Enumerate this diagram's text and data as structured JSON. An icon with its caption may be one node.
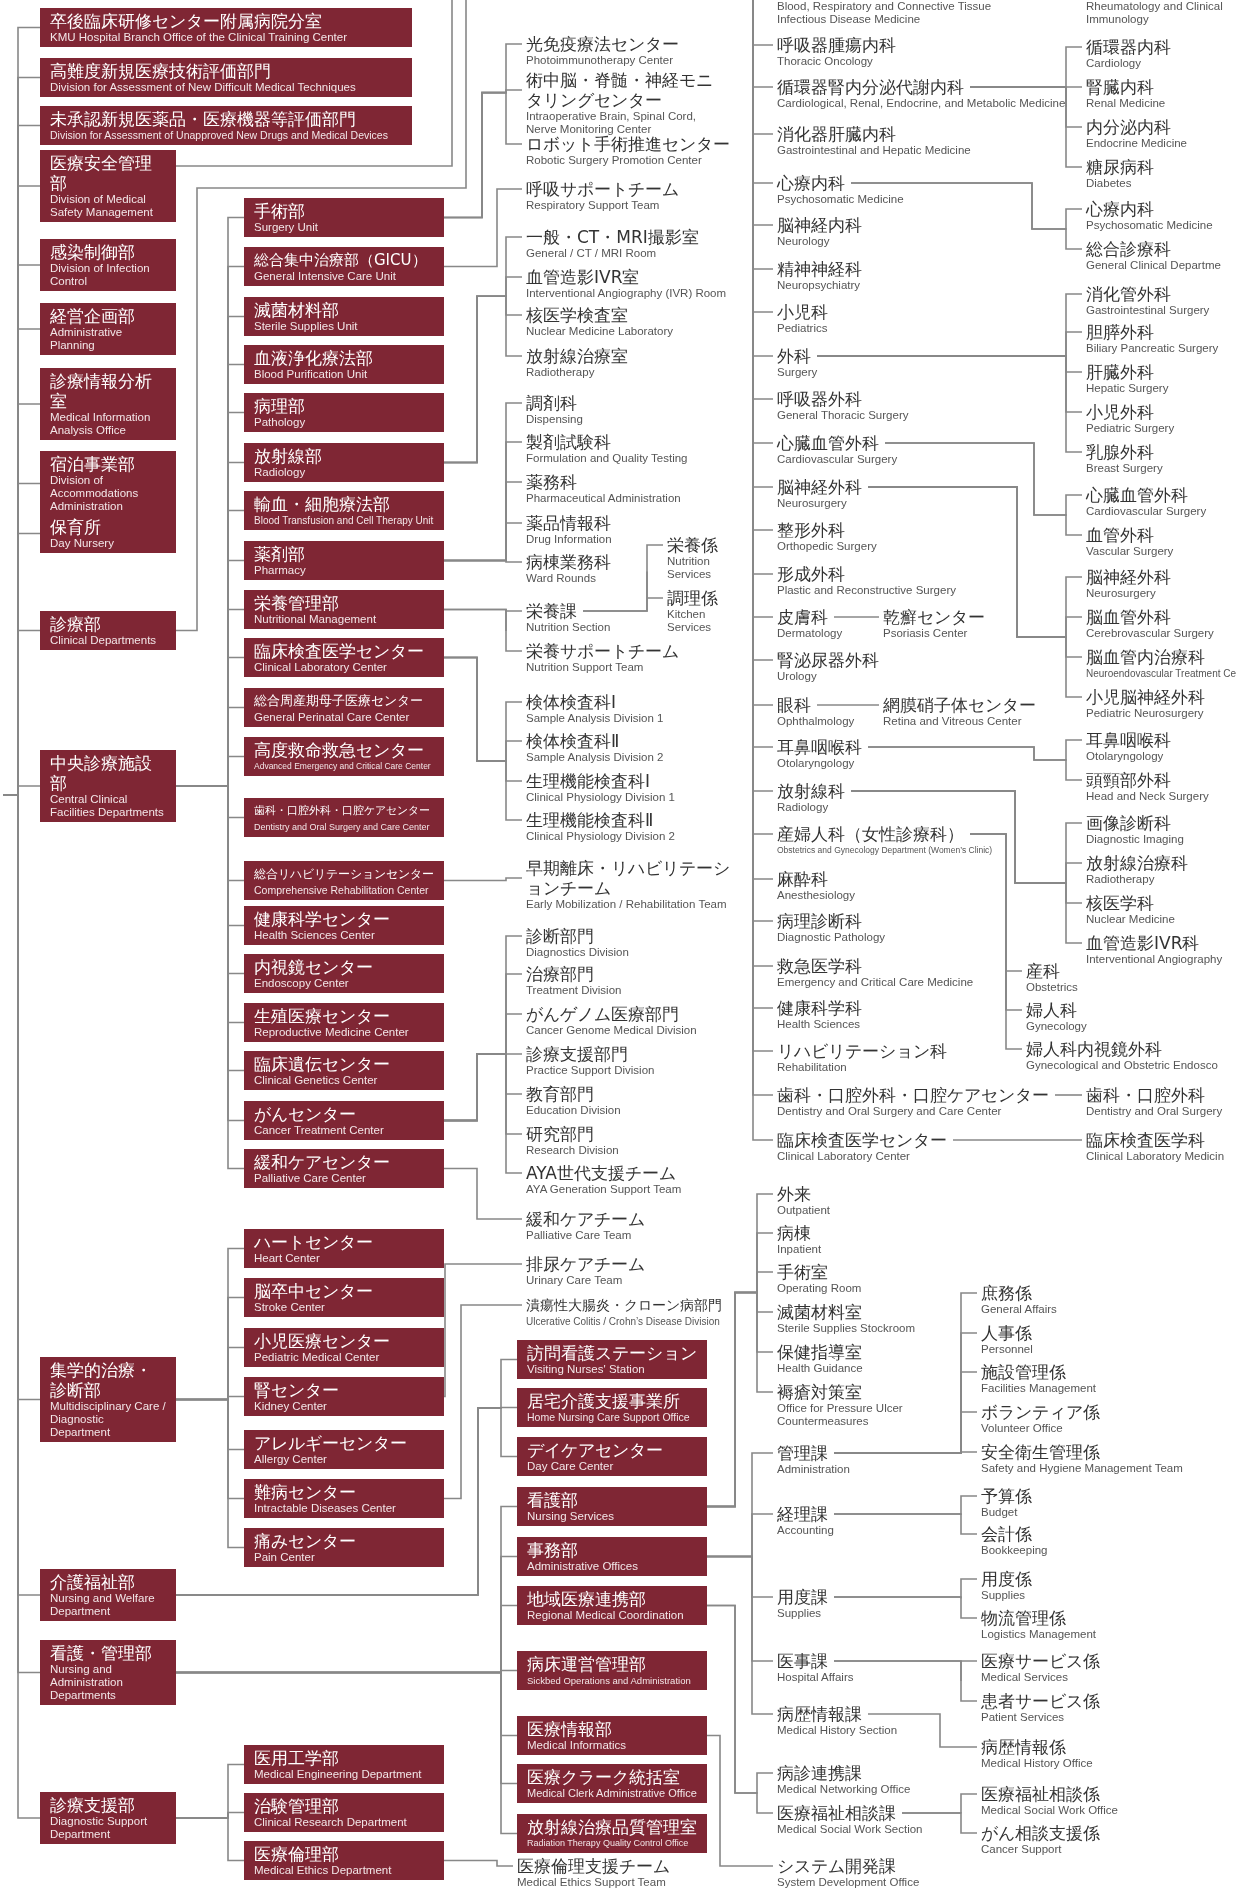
{
  "diagram": {
    "nodes": [
      {
        "text": [
          "卒後臨床研修センター附属病院分室",
          "KMU Hospital Branch Office of the Clinical Training Center"
        ]
      },
      {
        "text": [
          "高難度新規医療技術評価部門",
          "Division for Assessment of New Difficult Medical Techniques"
        ]
      },
      {
        "text": [
          "未承認新規医薬品・医療機器等評価部門",
          "Division for Assessment of Unapproved New Drugs and Medical Devices"
        ]
      },
      {
        "text": [
          "医療安全管理部",
          "Division of Medical Safety Management"
        ]
      },
      {
        "text": [
          "感染制御部",
          "Division of Infection Control"
        ]
      },
      {
        "text": [
          "経営企画部",
          "Administrative Planning"
        ]
      },
      {
        "text": [
          "診療情報分析室",
          "Medical Information Analysis Office"
        ]
      },
      {
        "text": [
          "宿泊事業部",
          "Division of Accommodations Administration"
        ]
      },
      {
        "text": [
          "保育所",
          "Day Nursery"
        ]
      },
      {
        "text": [
          "診療部",
          "Clinical Departments"
        ]
      },
      {
        "text": [
          "中央診療施設部",
          "Central Clinical Facilities Departments"
        ]
      },
      {
        "text": [
          "集学的治療・診断部",
          "Multidisciplinary Care / Diagnostic Department"
        ]
      },
      {
        "text": [
          "介護福祉部",
          "Nursing and Welfare Department"
        ]
      },
      {
        "text": [
          "看護・管理部",
          "Nursing and Administration Departments"
        ]
      },
      {
        "text": [
          "診療支援部",
          "Diagnostic Support Department"
        ]
      },
      {
        "text": [
          "手術部",
          "Surgery Unit"
        ]
      },
      {
        "text": [
          "総合集中治療部（GICU）",
          "General Intensive Care Unit"
        ]
      },
      {
        "text": [
          "滅菌材料部",
          "Sterile Supplies Unit"
        ]
      },
      {
        "text": [
          "血液浄化療法部",
          "Blood Purification Unit"
        ]
      },
      {
        "text": [
          "病理部",
          "Pathology"
        ]
      },
      {
        "text": [
          "放射線部",
          "Radiology"
        ]
      },
      {
        "text": [
          "輸血・細胞療法部",
          "Blood Transfusion and Cell Therapy Unit"
        ]
      },
      {
        "text": [
          "薬剤部",
          "Pharmacy"
        ]
      },
      {
        "text": [
          "栄養管理部",
          "Nutritional Management"
        ]
      },
      {
        "text": [
          "臨床検査医学センター",
          "Clinical Laboratory Center"
        ]
      },
      {
        "text": [
          "総合周産期母子医療センター",
          "General Perinatal Care Center"
        ]
      },
      {
        "text": [
          "高度救命救急センター",
          "Advanced Emergency and Critical Care Center"
        ]
      },
      {
        "text": [
          "歯科・口腔外科・口腔ケアセンター",
          "Dentistry and Oral Surgery and Care Center"
        ]
      },
      {
        "text": [
          "総合リハビリテーションセンター",
          "Comprehensive Rehabilitation Center"
        ]
      },
      {
        "text": [
          "健康科学センター",
          "Health Sciences Center"
        ]
      },
      {
        "text": [
          "内視鏡センター",
          "Endoscopy Center"
        ]
      },
      {
        "text": [
          "生殖医療センター",
          "Reproductive Medicine Center"
        ]
      },
      {
        "text": [
          "臨床遺伝センター",
          "Clinical Genetics Center"
        ]
      },
      {
        "text": [
          "がんセンター",
          "Cancer Treatment Center"
        ]
      },
      {
        "text": [
          "緩和ケアセンター",
          "Palliative Care Center"
        ]
      },
      {
        "text": [
          "ハートセンター",
          "Heart Center"
        ]
      },
      {
        "text": [
          "脳卒中センター",
          "Stroke Center"
        ]
      },
      {
        "text": [
          "小児医療センター",
          "Pediatric Medical Center"
        ]
      },
      {
        "text": [
          "腎センター",
          "Kidney Center"
        ]
      },
      {
        "text": [
          "アレルギーセンター",
          "Allergy Center"
        ]
      },
      {
        "text": [
          "難病センター",
          "Intractable Diseases Center"
        ]
      },
      {
        "text": [
          "痛みセンター",
          "Pain Center"
        ]
      },
      {
        "text": [
          "医用工学部",
          "Medical Engineering Department"
        ]
      },
      {
        "text": [
          "治験管理部",
          "Clinical Research Department"
        ]
      },
      {
        "text": [
          "医療倫理部",
          "Medical Ethics Department"
        ]
      },
      {
        "text": [
          "光免疫療法センター",
          "Photoimmunotherapy Center"
        ]
      },
      {
        "text": [
          "術中脳・脊髄・神経モニタリングセンター",
          "Intraoperative Brain, Spinal Cord, Nerve Monitoring Center"
        ]
      },
      {
        "text": [
          "ロボット手術推進センター",
          "Robotic Surgery Promotion Center"
        ]
      },
      {
        "text": [
          "呼吸サポートチーム",
          "Respiratory Support Team"
        ]
      },
      {
        "text": [
          "一般・CT・MRI撮影室",
          "General / CT / MRI Room"
        ]
      },
      {
        "text": [
          "血管造影IVR室",
          "Interventional Angiography (IVR) Room"
        ]
      },
      {
        "text": [
          "核医学検査室",
          "Nuclear Medicine Laboratory"
        ]
      },
      {
        "text": [
          "放射線治療室",
          "Radiotherapy"
        ]
      },
      {
        "text": [
          "調剤科",
          "Dispensing"
        ]
      },
      {
        "text": [
          "製剤試験科",
          "Formulation and Quality Testing"
        ]
      },
      {
        "text": [
          "薬務科",
          "Pharmaceutical Administration"
        ]
      },
      {
        "text": [
          "薬品情報科",
          "Drug Information"
        ]
      },
      {
        "text": [
          "病棟業務科",
          "Ward Rounds"
        ]
      },
      {
        "text": [
          "栄養課",
          "Nutrition Section"
        ]
      },
      {
        "text": [
          "栄養係",
          "Nutrition Services"
        ]
      },
      {
        "text": [
          "調理係",
          "Kitchen Services"
        ]
      },
      {
        "text": [
          "栄養サポートチーム",
          "Nutrition Support Team"
        ]
      },
      {
        "text": [
          "検体検査科Ⅰ",
          "Sample Analysis Division 1"
        ]
      },
      {
        "text": [
          "検体検査科Ⅱ",
          "Sample Analysis Division 2"
        ]
      },
      {
        "text": [
          "生理機能検査科Ⅰ",
          "Clinical Physiology Division 1"
        ]
      },
      {
        "text": [
          "生理機能検査科Ⅱ",
          "Clinical Physiology Division 2"
        ]
      },
      {
        "text": [
          "早期離床・リハビリテーションチーム",
          "Early Mobilization / Rehabilitation Team"
        ]
      },
      {
        "text": [
          "診断部門",
          "Diagnostics Division"
        ]
      },
      {
        "text": [
          "治療部門",
          "Treatment Division"
        ]
      },
      {
        "text": [
          "がんゲノム医療部門",
          "Cancer Genome Medical Division"
        ]
      },
      {
        "text": [
          "診療支援部門",
          "Practice Support Division"
        ]
      },
      {
        "text": [
          "教育部門",
          "Education Division"
        ]
      },
      {
        "text": [
          "研究部門",
          "Research Division"
        ]
      },
      {
        "text": [
          "AYA世代支援チーム",
          "AYA Generation Support Team"
        ]
      },
      {
        "text": [
          "緩和ケアチーム",
          "Palliative Care Team"
        ]
      },
      {
        "text": [
          "排尿ケアチーム",
          "Urinary Care Team"
        ]
      },
      {
        "text": [
          "潰瘍性大腸炎・クローン病部門",
          "Ulcerative Colitis / Crohn’s Disease Division"
        ]
      },
      {
        "text": [
          "訪問看護ステーション",
          "Visiting Nurses' Station"
        ]
      },
      {
        "text": [
          "居宅介護支援事業所",
          "Home Nursing Care Support Office"
        ]
      },
      {
        "text": [
          "デイケアセンター",
          "Day Care Center"
        ]
      },
      {
        "text": [
          "看護部",
          "Nursing Services"
        ]
      },
      {
        "text": [
          "事務部",
          "Administrative Offices"
        ]
      },
      {
        "text": [
          "地域医療連携部",
          "Regional Medical Coordination"
        ]
      },
      {
        "text": [
          "病床運営管理部",
          "Sickbed Operations and Administration"
        ]
      },
      {
        "text": [
          "医療情報部",
          "Medical Informatics"
        ]
      },
      {
        "text": [
          "医療クラーク統括室",
          "Medical Clerk Administrative Office"
        ]
      },
      {
        "text": [
          "放射線治療品質管理室",
          "Radiation Therapy Quality Control Office"
        ]
      },
      {
        "text": [
          "医療倫理支援チーム",
          "Medical Ethics Support Team"
        ]
      },
      {
        "text": [
          "呼吸器腫瘍内科",
          "Thoracic Oncology"
        ]
      },
      {
        "text": [
          "循環器腎内分泌代謝内科",
          "Cardiological, Renal, Endocrine, and Metabolic Medicine"
        ]
      },
      {
        "text": [
          "消化器肝臓内科",
          "Gastrointestinal and Hepatic Medicine"
        ]
      },
      {
        "text": [
          "心療内科",
          "Psychosomatic Medicine"
        ]
      },
      {
        "text": [
          "脳神経内科",
          "Neurology"
        ]
      },
      {
        "text": [
          "精神神経科",
          "Neuropsychiatry"
        ]
      },
      {
        "text": [
          "小児科",
          "Pediatrics"
        ]
      },
      {
        "text": [
          "外科",
          "Surgery"
        ]
      },
      {
        "text": [
          "呼吸器外科",
          "General Thoracic Surgery"
        ]
      },
      {
        "text": [
          "心臓血管外科",
          "Cardiovascular Surgery"
        ]
      },
      {
        "text": [
          "脳神経外科",
          "Neurosurgery"
        ]
      },
      {
        "text": [
          "整形外科",
          "Orthopedic Surgery"
        ]
      },
      {
        "text": [
          "形成外科",
          "Plastic and Reconstructive Surgery"
        ]
      },
      {
        "text": [
          "皮膚科",
          "Dermatology"
        ]
      },
      {
        "text": [
          "腎泌尿器外科",
          "Urology"
        ]
      },
      {
        "text": [
          "眼科",
          "Ophthalmology"
        ]
      },
      {
        "text": [
          "耳鼻咽喉科",
          "Otolaryngology"
        ]
      },
      {
        "text": [
          "放射線科",
          "Radiology"
        ]
      },
      {
        "text": [
          "産婦人科（女性診療科）",
          "Obstetrics and Gynecology Department (Women’s Clinic)"
        ]
      },
      {
        "text": [
          "麻酔科",
          "Anesthesiology"
        ]
      },
      {
        "text": [
          "病理診断科",
          "Diagnostic Pathology"
        ]
      },
      {
        "text": [
          "救急医学科",
          "Emergency and Critical Care Medicine"
        ]
      },
      {
        "text": [
          "健康科学科",
          "Health Sciences"
        ]
      },
      {
        "text": [
          "リハビリテーション科",
          "Rehabilitation"
        ]
      },
      {
        "text": [
          "歯科・口腔外科・口腔ケアセンター",
          "Dentistry and Oral Surgery and Care Center"
        ]
      },
      {
        "text": [
          "臨床検査医学センター",
          "Clinical Laboratory Center"
        ]
      },
      {
        "text": [
          "外来",
          "Outpatient"
        ]
      },
      {
        "text": [
          "病棟",
          "Inpatient"
        ]
      },
      {
        "text": [
          "手術室",
          "Operating Room"
        ]
      },
      {
        "text": [
          "滅菌材料室",
          "Sterile Supplies Stockroom"
        ]
      },
      {
        "text": [
          "保健指導室",
          "Health Guidance"
        ]
      },
      {
        "text": [
          "褥瘡対策室",
          "Office for Pressure Ulcer Countermeasures"
        ]
      },
      {
        "text": [
          "管理課",
          "Administration"
        ]
      },
      {
        "text": [
          "経理課",
          "Accounting"
        ]
      },
      {
        "text": [
          "用度課",
          "Supplies"
        ]
      },
      {
        "text": [
          "医事課",
          "Hospital Affairs"
        ]
      },
      {
        "text": [
          "病歴情報課",
          "Medical History Section"
        ]
      },
      {
        "text": [
          "病診連携課",
          "Medical Networking Office"
        ]
      },
      {
        "text": [
          "医療福祉相談課",
          "Medical Social Work Section"
        ]
      },
      {
        "text": [
          "システム開発課",
          "System Development Office"
        ]
      },
      {
        "text": [
          "循環器内科",
          "Cardiology"
        ]
      },
      {
        "text": [
          "腎臓内科",
          "Renal Medicine"
        ]
      },
      {
        "text": [
          "内分泌内科",
          "Endocrine Medicine"
        ]
      },
      {
        "text": [
          "糖尿病科",
          "Diabetes"
        ]
      },
      {
        "text": [
          "心療内科",
          "Psychosomatic Medicine"
        ]
      },
      {
        "text": [
          "総合診療科",
          "General Clinical Departme"
        ]
      },
      {
        "text": [
          "消化管外科",
          "Gastrointestinal Surgery"
        ]
      },
      {
        "text": [
          "胆膵外科",
          "Biliary Pancreatic Surgery"
        ]
      },
      {
        "text": [
          "肝臓外科",
          "Hepatic Surgery"
        ]
      },
      {
        "text": [
          "小児外科",
          "Pediatric Surgery"
        ]
      },
      {
        "text": [
          "乳腺外科",
          "Breast Surgery"
        ]
      },
      {
        "text": [
          "心臓血管外科",
          "Cardiovascular Surgery"
        ]
      },
      {
        "text": [
          "血管外科",
          "Vascular Surgery"
        ]
      },
      {
        "text": [
          "脳神経外科",
          "Neurosurgery"
        ]
      },
      {
        "text": [
          "脳血管外科",
          "Cerebrovascular Surgery"
        ]
      },
      {
        "text": [
          "脳血管内治療科",
          "Neuroendovascular Treatment Ce"
        ]
      },
      {
        "text": [
          "小児脳神経外科",
          "Pediatric Neurosurgery"
        ]
      },
      {
        "text": [
          "乾癬センター",
          "Psoriasis Center"
        ]
      },
      {
        "text": [
          "網膜硝子体センター",
          "Retina and Vitreous Center"
        ]
      },
      {
        "text": [
          "耳鼻咽喉科",
          "Otolaryngology"
        ]
      },
      {
        "text": [
          "頭頸部外科",
          "Head and Neck Surgery"
        ]
      },
      {
        "text": [
          "画像診断科",
          "Diagnostic Imaging"
        ]
      },
      {
        "text": [
          "放射線治療科",
          "Radiotherapy"
        ]
      },
      {
        "text": [
          "核医学科",
          "Nuclear Medicine"
        ]
      },
      {
        "text": [
          "血管造影IVR科",
          "Interventional Angiography"
        ]
      },
      {
        "text": [
          "産科",
          "Obstetrics"
        ]
      },
      {
        "text": [
          "婦人科",
          "Gynecology"
        ]
      },
      {
        "text": [
          "婦人科内視鏡外科",
          "Gynecological and Obstetric Endosco"
        ]
      },
      {
        "text": [
          "歯科・口腔外科",
          "Dentistry and Oral Surgery"
        ]
      },
      {
        "text": [
          "臨床検査医学科",
          "Clinical Laboratory Medicin"
        ]
      },
      {
        "text": [
          "庶務係",
          "General Affairs"
        ]
      },
      {
        "text": [
          "人事係",
          "Personnel"
        ]
      },
      {
        "text": [
          "施設管理係",
          "Facilities Management"
        ]
      },
      {
        "text": [
          "ボランティア係",
          "Volunteer Office"
        ]
      },
      {
        "text": [
          "安全衛生管理係",
          "Safety and Hygiene Management Team"
        ]
      },
      {
        "text": [
          "予算係",
          "Budget"
        ]
      },
      {
        "text": [
          "会計係",
          "Bookkeeping"
        ]
      },
      {
        "text": [
          "用度係",
          "Supplies"
        ]
      },
      {
        "text": [
          "物流管理係",
          "Logistics Management"
        ]
      },
      {
        "text": [
          "医療サービス係",
          "Medical Services"
        ]
      },
      {
        "text": [
          "患者サービス係",
          "Patient Services"
        ]
      },
      {
        "text": [
          "病歴情報係",
          "Medical History Office"
        ]
      },
      {
        "text": [
          "医療福祉相談係",
          "Medical Social Work Office"
        ]
      },
      {
        "text": [
          "がん相談支援係",
          "Cancer Support"
        ]
      }
    ],
    "edges": [
      {
        "from": null,
        "to": 0,
        "arrow": "none"
      },
      {
        "from": null,
        "to": 1,
        "arrow": "none"
      },
      {
        "from": null,
        "to": 2,
        "arrow": "none"
      },
      {
        "from": null,
        "to": 3,
        "arrow": "none"
      },
      {
        "from": null,
        "to": 4,
        "arrow": "none"
      },
      {
        "from": null,
        "to": 5,
        "arrow": "none"
      },
      {
        "from": null,
        "to": 6,
        "arrow": "none"
      },
      {
        "from": null,
        "to": 7,
        "arrow": "none"
      },
      {
        "from": null,
        "to": 8,
        "arrow": "none"
      },
      {
        "from": null,
        "to": 9,
        "arrow": "none"
      },
      {
        "from": null,
        "to": 10,
        "arrow": "none"
      },
      {
        "from": null,
        "to": 11,
        "arrow": "none"
      },
      {
        "from": null,
        "to": 12,
        "arrow": "none"
      },
      {
        "from": null,
        "to": 13,
        "arrow": "none"
      },
      {
        "from": null,
        "to": 14,
        "arrow": "none"
      },
      {
        "from": 3,
        "to": null,
        "arrow": "none"
      },
      {
        "from": 9,
        "to": null,
        "arrow": "none"
      },
      {
        "from": 10,
        "to": 15,
        "arrow": "none"
      },
      {
        "from": 10,
        "to": 16,
        "arrow": "none"
      },
      {
        "from": 10,
        "to": 17,
        "arrow": "none"
      },
      {
        "from": 10,
        "to": 18,
        "arrow": "none"
      },
      {
        "from": 10,
        "to": 19,
        "arrow": "none"
      },
      {
        "from": 10,
        "to": 20,
        "arrow": "none"
      },
      {
        "from": 10,
        "to": 21,
        "arrow": "none"
      },
      {
        "from": 10,
        "to": 22,
        "arrow": "none"
      },
      {
        "from": 10,
        "to": 23,
        "arrow": "none"
      },
      {
        "from": 10,
        "to": 24,
        "arrow": "none"
      },
      {
        "from": 10,
        "to": 25,
        "arrow": "none"
      },
      {
        "from": 10,
        "to": 26,
        "arrow": "none"
      },
      {
        "from": 10,
        "to": 27,
        "arrow": "none"
      },
      {
        "from": 10,
        "to": 28,
        "arrow": "none"
      },
      {
        "from": 10,
        "to": 29,
        "arrow": "none"
      },
      {
        "from": 10,
        "to": 30,
        "arrow": "none"
      },
      {
        "from": 10,
        "to": 31,
        "arrow": "none"
      },
      {
        "from": 10,
        "to": 32,
        "arrow": "none"
      },
      {
        "from": 10,
        "to": 33,
        "arrow": "none"
      },
      {
        "from": 10,
        "to": 34,
        "arrow": "none"
      },
      {
        "from": 11,
        "to": 35,
        "arrow": "none"
      },
      {
        "from": 11,
        "to": 36,
        "arrow": "none"
      },
      {
        "from": 11,
        "to": 37,
        "arrow": "none"
      },
      {
        "from": 11,
        "to": 38,
        "arrow": "none"
      },
      {
        "from": 11,
        "to": 39,
        "arrow": "none"
      },
      {
        "from": 11,
        "to": 40,
        "arrow": "none"
      },
      {
        "from": 11,
        "to": 41,
        "arrow": "none"
      },
      {
        "from": 14,
        "to": 42,
        "arrow": "none"
      },
      {
        "from": 14,
        "to": 43,
        "arrow": "none"
      },
      {
        "from": 14,
        "to": 44,
        "arrow": "none"
      },
      {
        "from": 15,
        "to": 45,
        "arrow": "none"
      },
      {
        "from": 15,
        "to": 46,
        "arrow": "none"
      },
      {
        "from": 15,
        "to": 47,
        "arrow": "none"
      },
      {
        "from": 16,
        "to": 48,
        "arrow": "none"
      },
      {
        "from": 20,
        "to": 49,
        "arrow": "none"
      },
      {
        "from": 20,
        "to": 50,
        "arrow": "none"
      },
      {
        "from": 20,
        "to": 51,
        "arrow": "none"
      },
      {
        "from": 20,
        "to": 52,
        "arrow": "none"
      },
      {
        "from": 22,
        "to": 53,
        "arrow": "none"
      },
      {
        "from": 22,
        "to": 54,
        "arrow": "none"
      },
      {
        "from": 22,
        "to": 55,
        "arrow": "none"
      },
      {
        "from": 22,
        "to": 56,
        "arrow": "none"
      },
      {
        "from": 22,
        "to": 57,
        "arrow": "none"
      },
      {
        "from": 23,
        "to": 58,
        "arrow": "none"
      },
      {
        "from": 58,
        "to": 59,
        "arrow": "none"
      },
      {
        "from": 58,
        "to": 60,
        "arrow": "none"
      },
      {
        "from": 23,
        "to": 61,
        "arrow": "none"
      },
      {
        "from": 24,
        "to": 62,
        "arrow": "none"
      },
      {
        "from": 24,
        "to": 63,
        "arrow": "none"
      },
      {
        "from": 24,
        "to": 64,
        "arrow": "none"
      },
      {
        "from": 24,
        "to": 65,
        "arrow": "none"
      },
      {
        "from": 28,
        "to": 66,
        "arrow": "none"
      },
      {
        "from": 33,
        "to": 67,
        "arrow": "none"
      },
      {
        "from": 33,
        "to": 68,
        "arrow": "none"
      },
      {
        "from": 33,
        "to": 69,
        "arrow": "none"
      },
      {
        "from": 33,
        "to": 70,
        "arrow": "none"
      },
      {
        "from": 33,
        "to": 71,
        "arrow": "none"
      },
      {
        "from": 33,
        "to": 72,
        "arrow": "none"
      },
      {
        "from": 33,
        "to": 73,
        "arrow": "none"
      },
      {
        "from": 34,
        "to": 74,
        "arrow": "none"
      },
      {
        "from": 38,
        "to": 75,
        "arrow": "none"
      },
      {
        "from": 40,
        "to": 76,
        "arrow": "none"
      },
      {
        "from": 12,
        "to": 77,
        "arrow": "none"
      },
      {
        "from": 12,
        "to": 78,
        "arrow": "none"
      },
      {
        "from": 12,
        "to": 79,
        "arrow": "none"
      },
      {
        "from": 13,
        "to": 80,
        "arrow": "none"
      },
      {
        "from": 13,
        "to": 81,
        "arrow": "none"
      },
      {
        "from": 13,
        "to": 82,
        "arrow": "none"
      },
      {
        "from": 13,
        "to": 83,
        "arrow": "none"
      },
      {
        "from": 13,
        "to": 84,
        "arrow": "none"
      },
      {
        "from": 13,
        "to": 85,
        "arrow": "none"
      },
      {
        "from": 13,
        "to": 86,
        "arrow": "none"
      },
      {
        "from": 44,
        "to": 87,
        "arrow": "none"
      },
      {
        "from": null,
        "to": 88,
        "arrow": "none"
      },
      {
        "from": null,
        "to": 89,
        "arrow": "none"
      },
      {
        "from": null,
        "to": 90,
        "arrow": "none"
      },
      {
        "from": null,
        "to": 91,
        "arrow": "none"
      },
      {
        "from": null,
        "to": 92,
        "arrow": "none"
      },
      {
        "from": null,
        "to": 93,
        "arrow": "none"
      },
      {
        "from": null,
        "to": 94,
        "arrow": "none"
      },
      {
        "from": null,
        "to": 95,
        "arrow": "none"
      },
      {
        "from": null,
        "to": 96,
        "arrow": "none"
      },
      {
        "from": null,
        "to": 97,
        "arrow": "none"
      },
      {
        "from": null,
        "to": 98,
        "arrow": "none"
      },
      {
        "from": null,
        "to": 99,
        "arrow": "none"
      },
      {
        "from": null,
        "to": 100,
        "arrow": "none"
      },
      {
        "from": null,
        "to": 101,
        "arrow": "none"
      },
      {
        "from": null,
        "to": 102,
        "arrow": "none"
      },
      {
        "from": null,
        "to": 103,
        "arrow": "none"
      },
      {
        "from": null,
        "to": 104,
        "arrow": "none"
      },
      {
        "from": null,
        "to": 105,
        "arrow": "none"
      },
      {
        "from": null,
        "to": 106,
        "arrow": "none"
      },
      {
        "from": null,
        "to": 107,
        "arrow": "none"
      },
      {
        "from": null,
        "to": 108,
        "arrow": "none"
      },
      {
        "from": null,
        "to": 109,
        "arrow": "none"
      },
      {
        "from": null,
        "to": 110,
        "arrow": "none"
      },
      {
        "from": null,
        "to": 111,
        "arrow": "none"
      },
      {
        "from": null,
        "to": 112,
        "arrow": "none"
      },
      {
        "from": null,
        "to": 113,
        "arrow": "none"
      },
      {
        "from": 89,
        "to": 128,
        "arrow": "none"
      },
      {
        "from": 89,
        "to": 129,
        "arrow": "none"
      },
      {
        "from": 89,
        "to": 130,
        "arrow": "none"
      },
      {
        "from": 89,
        "to": 131,
        "arrow": "none"
      },
      {
        "from": 91,
        "to": 132,
        "arrow": "none"
      },
      {
        "from": 91,
        "to": 133,
        "arrow": "none"
      },
      {
        "from": 95,
        "to": 134,
        "arrow": "none"
      },
      {
        "from": 95,
        "to": 135,
        "arrow": "none"
      },
      {
        "from": 95,
        "to": 136,
        "arrow": "none"
      },
      {
        "from": 95,
        "to": 137,
        "arrow": "none"
      },
      {
        "from": 95,
        "to": 138,
        "arrow": "none"
      },
      {
        "from": 97,
        "to": 139,
        "arrow": "none"
      },
      {
        "from": 97,
        "to": 140,
        "arrow": "none"
      },
      {
        "from": 98,
        "to": 141,
        "arrow": "none"
      },
      {
        "from": 98,
        "to": 142,
        "arrow": "none"
      },
      {
        "from": 98,
        "to": 143,
        "arrow": "none"
      },
      {
        "from": 98,
        "to": 144,
        "arrow": "none"
      },
      {
        "from": 101,
        "to": 145,
        "arrow": "none"
      },
      {
        "from": 103,
        "to": 146,
        "arrow": "none"
      },
      {
        "from": 104,
        "to": 147,
        "arrow": "none"
      },
      {
        "from": 104,
        "to": 148,
        "arrow": "none"
      },
      {
        "from": 105,
        "to": 149,
        "arrow": "none"
      },
      {
        "from": 105,
        "to": 150,
        "arrow": "none"
      },
      {
        "from": 105,
        "to": 151,
        "arrow": "none"
      },
      {
        "from": 105,
        "to": 152,
        "arrow": "none"
      },
      {
        "from": 106,
        "to": 153,
        "arrow": "none"
      },
      {
        "from": 106,
        "to": 154,
        "arrow": "none"
      },
      {
        "from": 106,
        "to": 155,
        "arrow": "none"
      },
      {
        "from": 112,
        "to": 156,
        "arrow": "none"
      },
      {
        "from": 113,
        "to": 157,
        "arrow": "none"
      },
      {
        "from": 80,
        "to": 114,
        "arrow": "none"
      },
      {
        "from": 80,
        "to": 115,
        "arrow": "none"
      },
      {
        "from": 80,
        "to": 116,
        "arrow": "none"
      },
      {
        "from": 80,
        "to": 117,
        "arrow": "none"
      },
      {
        "from": 80,
        "to": 118,
        "arrow": "none"
      },
      {
        "from": 80,
        "to": 119,
        "arrow": "none"
      },
      {
        "from": 81,
        "to": 120,
        "arrow": "none"
      },
      {
        "from": 81,
        "to": 121,
        "arrow": "none"
      },
      {
        "from": 81,
        "to": 122,
        "arrow": "none"
      },
      {
        "from": 81,
        "to": 123,
        "arrow": "none"
      },
      {
        "from": 81,
        "to": 124,
        "arrow": "none"
      },
      {
        "from": 82,
        "to": 125,
        "arrow": "none"
      },
      {
        "from": 82,
        "to": 126,
        "arrow": "none"
      },
      {
        "from": 84,
        "to": 127,
        "arrow": "none"
      },
      {
        "from": 120,
        "to": 158,
        "arrow": "none"
      },
      {
        "from": 120,
        "to": 159,
        "arrow": "none"
      },
      {
        "from": 120,
        "to": 160,
        "arrow": "none"
      },
      {
        "from": 120,
        "to": 161,
        "arrow": "none"
      },
      {
        "from": 120,
        "to": 162,
        "arrow": "none"
      },
      {
        "from": 121,
        "to": 163,
        "arrow": "none"
      },
      {
        "from": 121,
        "to": 164,
        "arrow": "none"
      },
      {
        "from": 122,
        "to": 165,
        "arrow": "none"
      },
      {
        "from": 122,
        "to": 166,
        "arrow": "none"
      },
      {
        "from": 123,
        "to": 167,
        "arrow": "none"
      },
      {
        "from": 123,
        "to": 168,
        "arrow": "none"
      },
      {
        "from": 124,
        "to": 169,
        "arrow": "none"
      },
      {
        "from": 126,
        "to": 170,
        "arrow": "none"
      },
      {
        "from": 126,
        "to": 171,
        "arrow": "none"
      }
    ],
    "labels": [
      "Blood, Respiratory and Connective Tissue Infectious Disease Medicine",
      "Rheumatology and Clinical Immunology"
    ]
  }
}
